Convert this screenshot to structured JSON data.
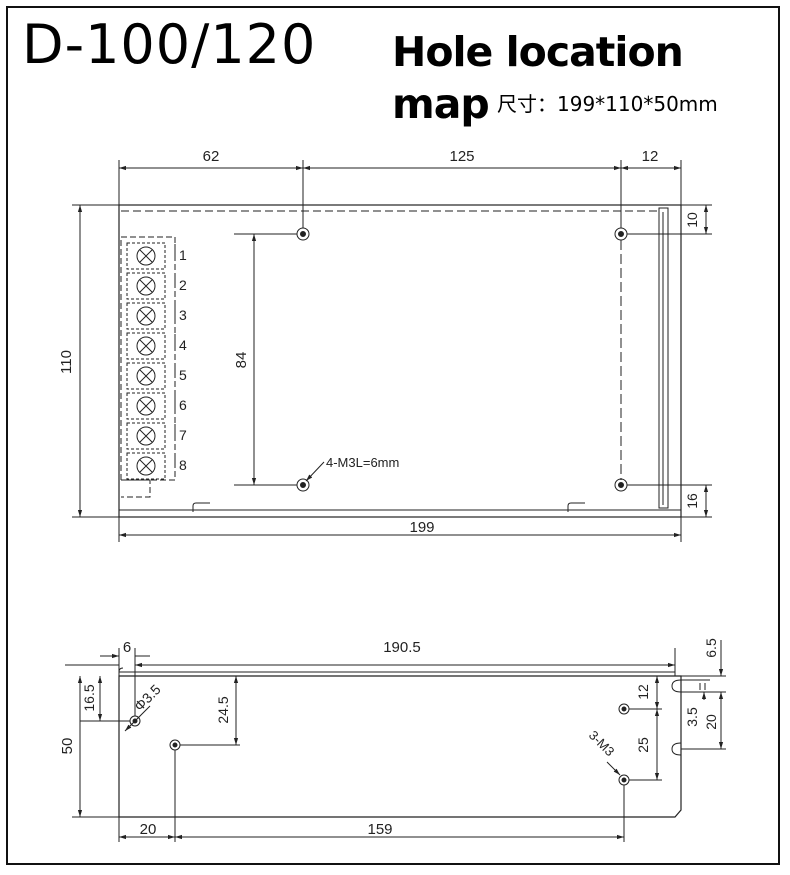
{
  "header": {
    "model": "D-100/120",
    "title": "Hole location map",
    "size_label": "尺寸：",
    "size_value": "199*110*50mm"
  },
  "top_view": {
    "dim_62": "62",
    "dim_125": "125",
    "dim_12": "12",
    "dim_10": "10",
    "dim_84": "84",
    "dim_110": "110",
    "dim_16": "16",
    "dim_199": "199",
    "hole_note": "4-M3L=6mm",
    "terminal_labels": [
      "1",
      "2",
      "3",
      "4",
      "5",
      "6",
      "7",
      "8"
    ]
  },
  "side_view": {
    "dim_6": "6",
    "dim_190_5": "190.5",
    "dim_6_5": "6.5",
    "dim_16_5": "16.5",
    "dim_phi_3_5": "Φ3.5",
    "dim_24_5": "24.5",
    "dim_50": "50",
    "dim_12": "12",
    "dim_3_5": "3.5",
    "dim_20_right": "20",
    "dim_25": "25",
    "hole_note": "3-M3",
    "dim_20_bottom": "20",
    "dim_159": "159"
  }
}
